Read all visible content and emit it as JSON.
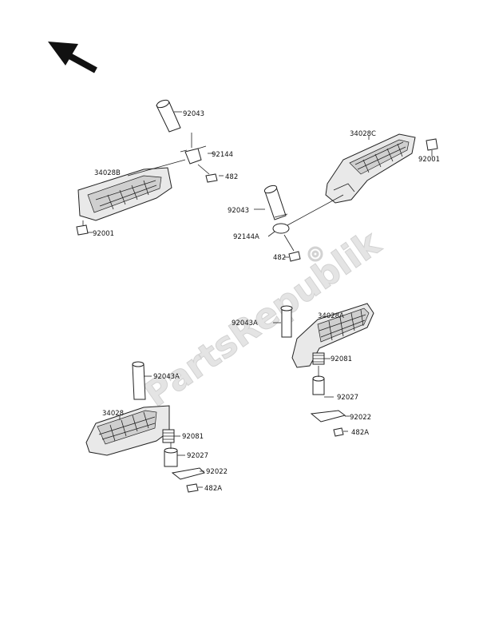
{
  "watermark": {
    "text": "PartsRepublik"
  },
  "callouts": {
    "upper_left": {
      "pin": "92043",
      "spring": "92144",
      "footrest": "34028B",
      "pin_clip": "482",
      "bolt": "92001"
    },
    "upper_right": {
      "footrest": "34028C",
      "bolt": "92001",
      "pin": "92043",
      "spring": "92144A",
      "pin_clip": "482"
    },
    "lower_right": {
      "pin": "92043A",
      "footrest": "34028A",
      "spring": "92081",
      "ball": "92027",
      "plate": "92022",
      "pin_clip": "482A"
    },
    "lower_left": {
      "pin": "92043A",
      "footrest": "34028",
      "spring": "92081",
      "ball": "92027",
      "plate": "92022",
      "pin_clip": "482A"
    }
  }
}
